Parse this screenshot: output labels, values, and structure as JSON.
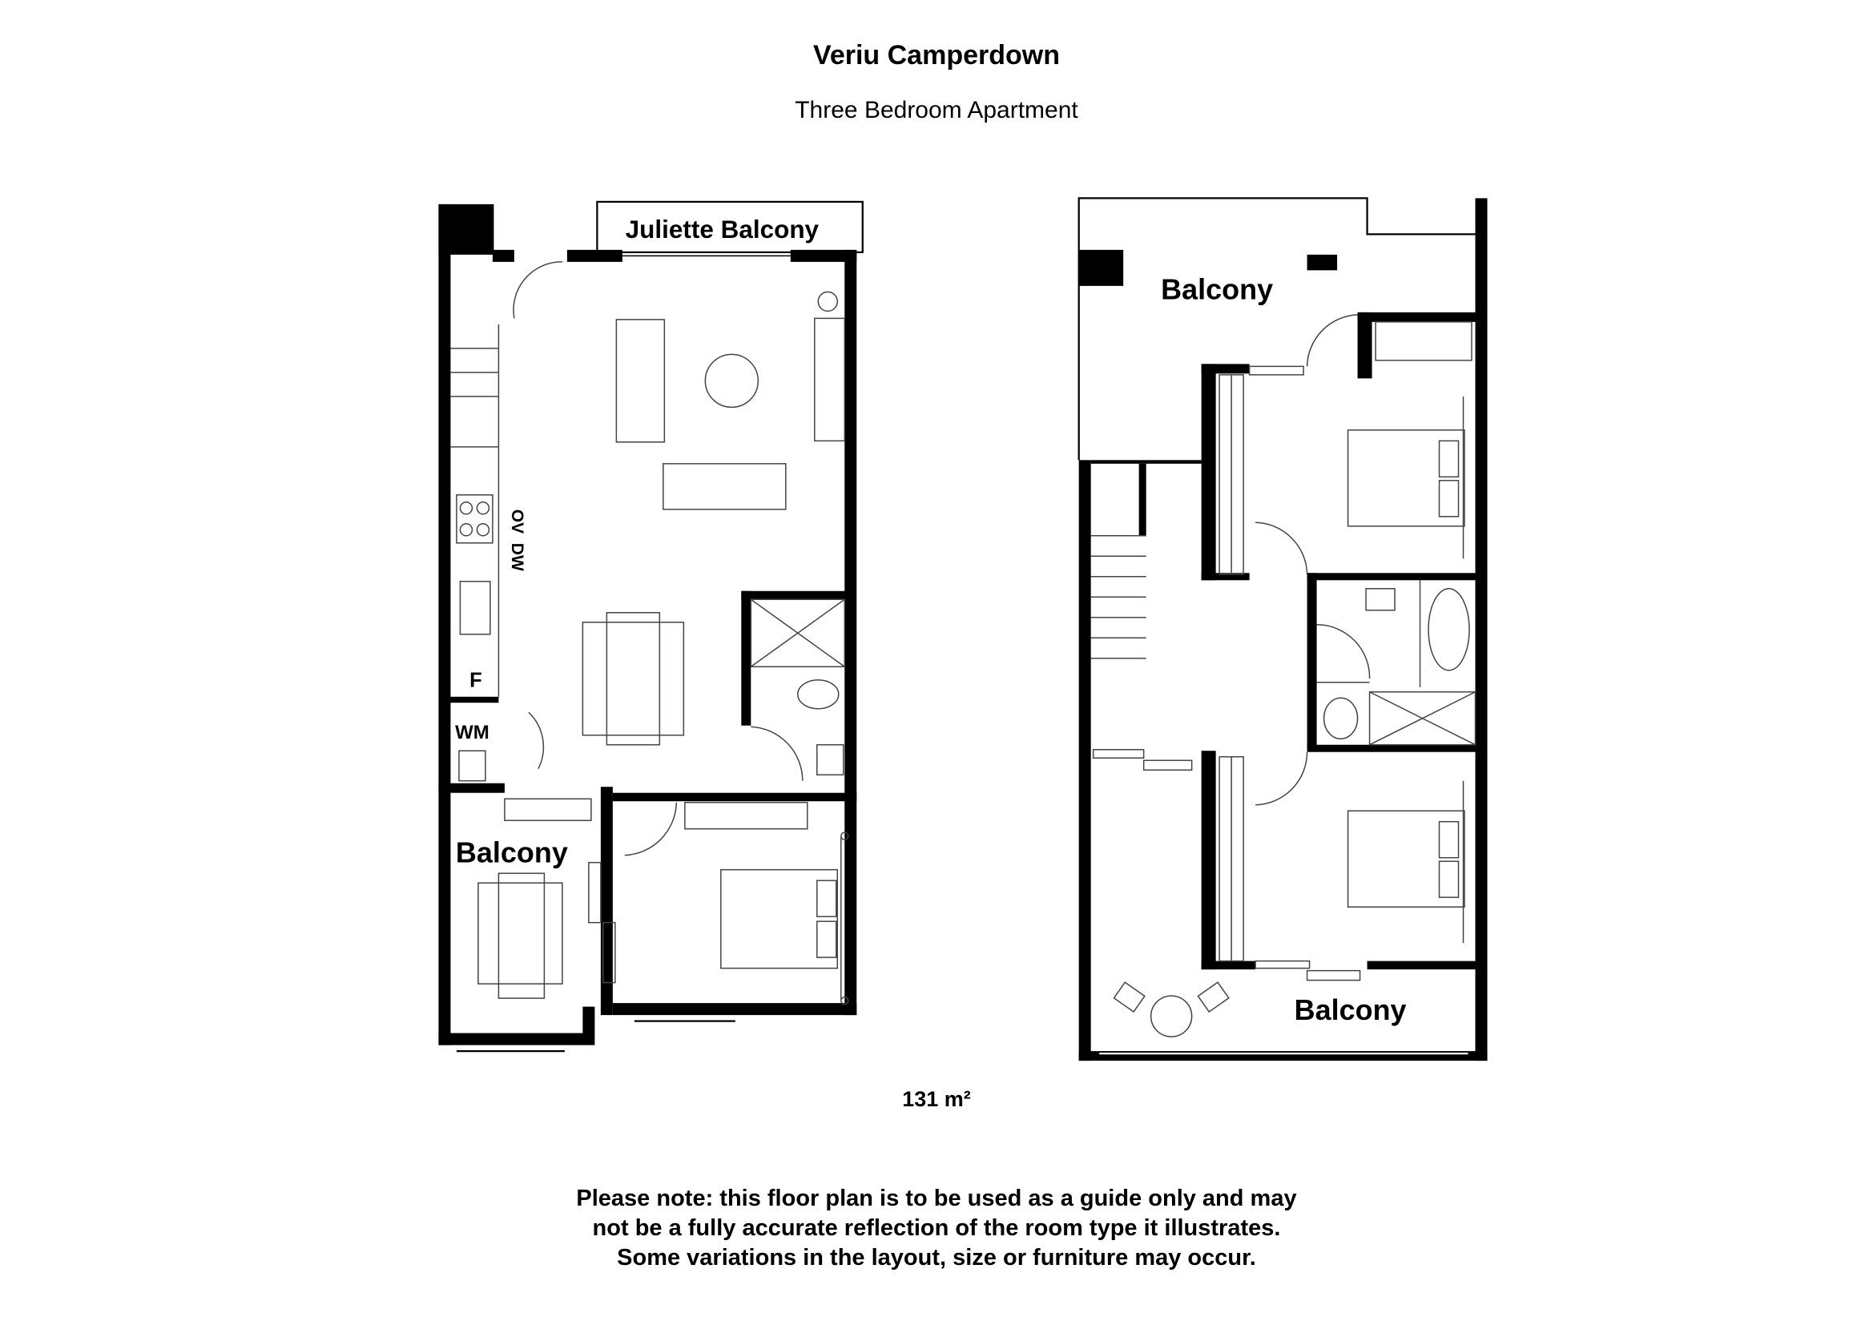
{
  "header": {
    "title": "Veriu Camperdown",
    "subtitle": "Three Bedroom Apartment"
  },
  "floor_plan": {
    "level_1": {
      "labels": {
        "juliette_balcony": "Juliette Balcony",
        "balcony": "Balcony",
        "dishwasher": "DW",
        "oven": "OV",
        "fridge": "F",
        "washing_machine": "WM"
      }
    },
    "level_2": {
      "labels": {
        "balcony_top": "Balcony",
        "balcony_bottom": "Balcony"
      }
    }
  },
  "area": "131 m²",
  "disclaimer": {
    "line1": "Please note: this floor plan is to be used as a guide only and may",
    "line2": "not be a fully accurate reflection of the room type it illustrates.",
    "line3": "Some variations in the layout, size or furniture may occur."
  }
}
